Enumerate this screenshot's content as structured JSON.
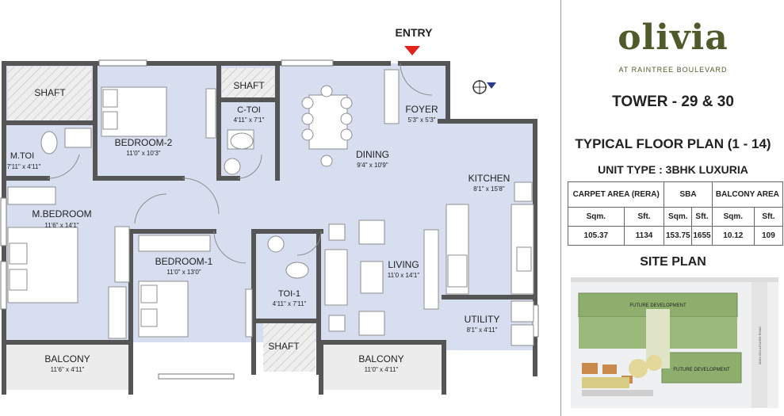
{
  "plan": {
    "entry_label": "ENTRY",
    "rooms": {
      "shaft_left": {
        "name": "SHAFT"
      },
      "shaft_top": {
        "name": "SHAFT"
      },
      "shaft_bottom": {
        "name": "SHAFT"
      },
      "mtoi": {
        "name": "M.TOI",
        "size": "7'11\" x 4'11\""
      },
      "bedroom2": {
        "name": "BEDROOM-2",
        "size": "11'0\" x 10'3\""
      },
      "ctoi": {
        "name": "C-TOI",
        "size": "4'11\" x 7'1\""
      },
      "foyer": {
        "name": "FOYER",
        "size": "5'3\" x 5'3\""
      },
      "dining": {
        "name": "DINING",
        "size": "9'4\" x 10'9\""
      },
      "kitchen": {
        "name": "KITCHEN",
        "size": "8'1\" x 15'8\""
      },
      "mbedroom": {
        "name": "M.BEDROOM",
        "size": "11'6\" x 14'1\""
      },
      "bedroom1": {
        "name": "BEDROOM-1",
        "size": "11'0\" x 13'0\""
      },
      "toi1": {
        "name": "TOI-1",
        "size": "4'11\" x 7'11\""
      },
      "living": {
        "name": "LIVING",
        "size": "11'0 x 14'1\""
      },
      "utility": {
        "name": "UTILITY",
        "size": "8'1\" x 4'11\""
      },
      "balcony_left": {
        "name": "BALCONY",
        "size": "11'6\" x 4'11\""
      },
      "balcony_right": {
        "name": "BALCONY",
        "size": "11'0\" x 4'11\""
      }
    }
  },
  "brand": {
    "name": "olivia",
    "subtitle": "AT RAINTREE BOULEVARD"
  },
  "tower": "TOWER - 29 & 30",
  "plan_title": "TYPICAL FLOOR PLAN (1 - 14)",
  "unit_type": "UNIT TYPE : 3BHK LUXURIA",
  "area_table": {
    "headers": [
      "CARPET AREA (RERA)",
      "SBA",
      "BALCONY AREA"
    ],
    "units": [
      "Sqm.",
      "Sft.",
      "Sqm.",
      "Sft.",
      "Sqm.",
      "Sft."
    ],
    "values": [
      "105.37",
      "1134",
      "153.75",
      "1655",
      "10.12",
      "109"
    ]
  },
  "site_plan": {
    "title": "SITE PLAN",
    "label_top": "FUTURE DEVELOPMENT",
    "label_bottom": "FUTURE DEVELOPMENT",
    "road_label": "MAIN BOULEVARD ROAD"
  },
  "colors": {
    "room_fill": "#d6deef",
    "wall": "#555555",
    "brand": "#4f5a2b",
    "entry_marker": "#e0231f"
  }
}
